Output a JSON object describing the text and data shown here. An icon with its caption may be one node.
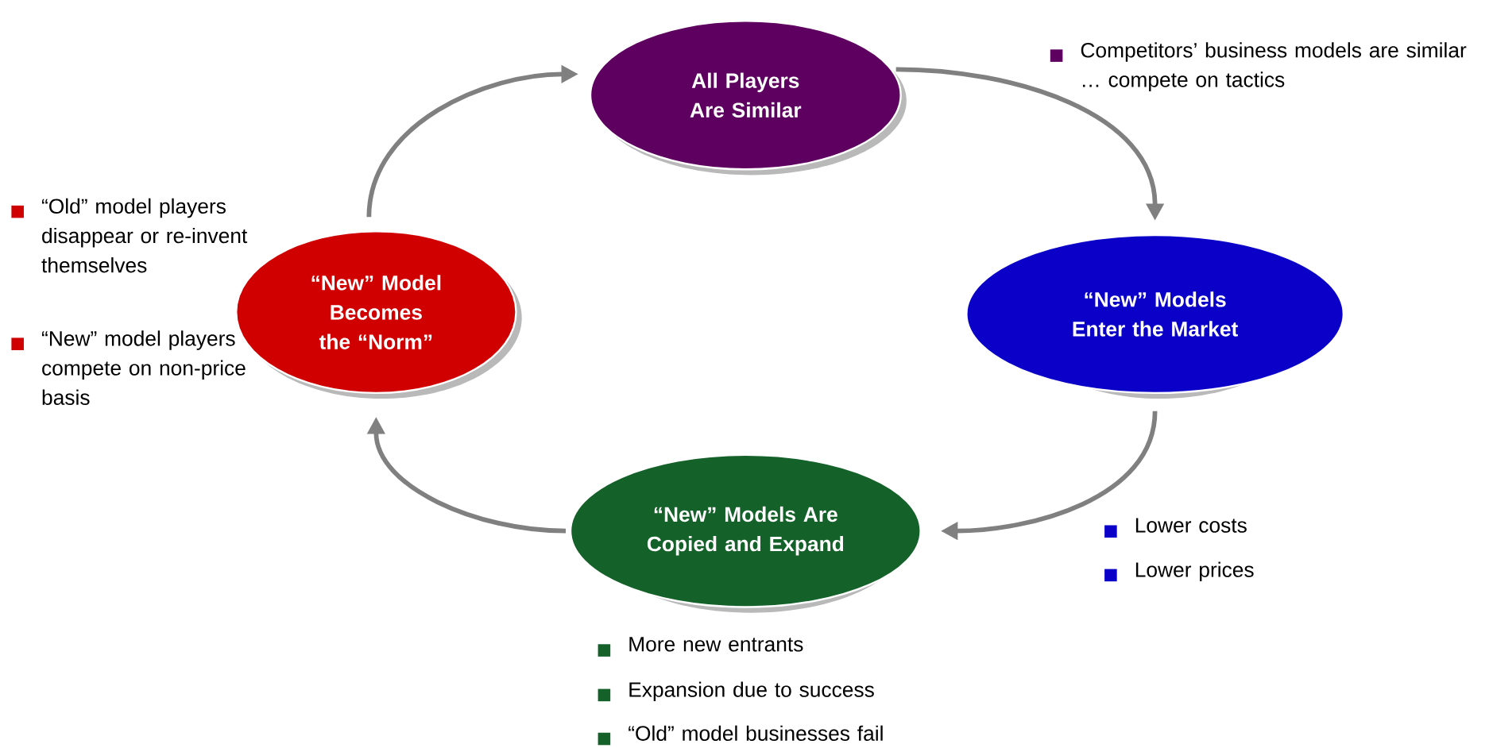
{
  "diagram": {
    "nodes": [
      {
        "text": [
          "All Players Are Similar"
        ]
      },
      {
        "text": [
          "“New” Models Enter the Market"
        ],
        "beside": [
          "Lower costs",
          "Lower prices"
        ]
      },
      {
        "text": [
          "“New” Models Are Copied and Expand"
        ],
        "beside": [
          "More new entrants",
          "Expansion due to success",
          "“Old” model businesses fail"
        ]
      },
      {
        "text": [
          "“New” Model Becomes the “Norm”"
        ],
        "beside": [
          "“Old” model players disappear or re-invent themselves",
          "“New” model players compete on non-price basis"
        ]
      }
    ],
    "edges": [
      {
        "from": 0,
        "to": 1,
        "arrow": "to"
      },
      {
        "from": 1,
        "to": 2,
        "arrow": "to"
      },
      {
        "from": 2,
        "to": 3,
        "arrow": "to"
      },
      {
        "from": 3,
        "to": 0,
        "arrow": "to"
      }
    ],
    "labels": [
      "Competitors’ business models are similar … compete on tactics"
    ]
  }
}
